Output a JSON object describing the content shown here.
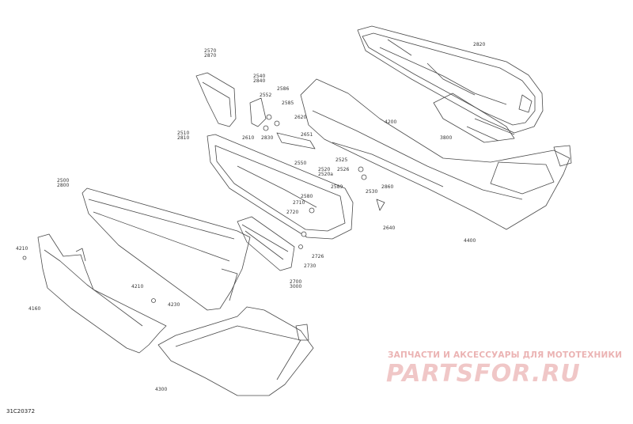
{
  "figure_code": "31C20372",
  "watermark": {
    "tagline": "ЗАПЧАСТИ И АКСЕССУАРЫ ДЛЯ МОТОТЕХНИКИ",
    "logo_text": "PARTSFOR.RU",
    "color": "#e59a9a"
  },
  "callouts": {
    "p2820": [
      "2820"
    ],
    "p2570": [
      "2570",
      "2870"
    ],
    "p2540": [
      "2540",
      "2840"
    ],
    "p2552": [
      "2552"
    ],
    "p2586": [
      "2586"
    ],
    "p2585": [
      "2585"
    ],
    "p2620": [
      "2620"
    ],
    "p2610": [
      "2610"
    ],
    "p2830": [
      "2830"
    ],
    "p2651": [
      "2651"
    ],
    "p4200": [
      "4200"
    ],
    "p3800": [
      "3800"
    ],
    "p2510": [
      "2510",
      "2810"
    ],
    "p2550": [
      "2550"
    ],
    "p2525": [
      "2525"
    ],
    "p2520": [
      "2520",
      "2520a"
    ],
    "p2526": [
      "2526"
    ],
    "p2589": [
      "2589"
    ],
    "p2530": [
      "2530"
    ],
    "p2860": [
      "2860"
    ],
    "p2580": [
      "2580"
    ],
    "p2710": [
      "2710"
    ],
    "p2720": [
      "2720"
    ],
    "p2640": [
      "2640"
    ],
    "p2500": [
      "2500",
      "2800"
    ],
    "p4400": [
      "4400"
    ],
    "p4210a": [
      "4210"
    ],
    "p2726": [
      "2726"
    ],
    "p2730": [
      "2730"
    ],
    "p2700": [
      "2700",
      "3000"
    ],
    "p4160": [
      "4160"
    ],
    "p4210b": [
      "4210"
    ],
    "p4230": [
      "4230"
    ],
    "p4300": [
      "4300"
    ]
  }
}
